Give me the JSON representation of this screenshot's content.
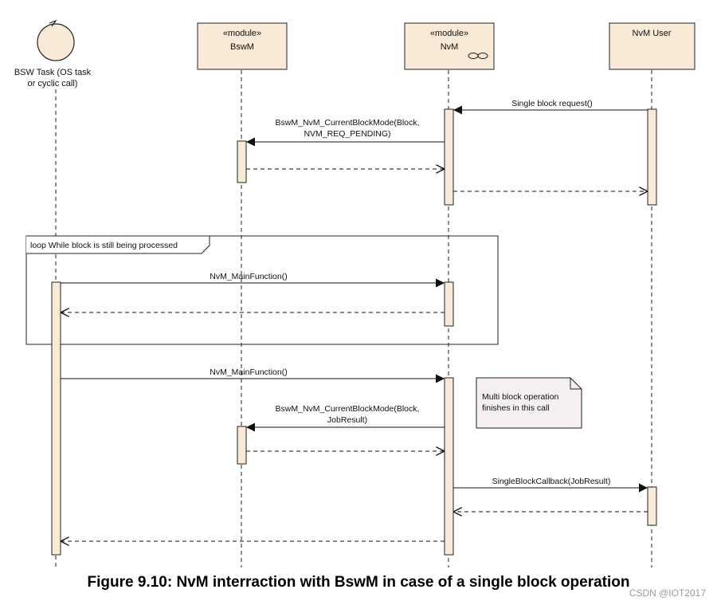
{
  "actors": {
    "bsw_task": {
      "line1": "BSW Task (OS task",
      "line2": "or cyclic call)"
    },
    "bswm": {
      "stereotype": "«module»",
      "name": "BswM"
    },
    "nvm": {
      "stereotype": "«module»",
      "name": "NvM"
    },
    "nvm_user": {
      "name": "NvM User"
    }
  },
  "messages": {
    "single_block_request": "Single block request()",
    "current_mode_pending_line1": "BswM_NvM_CurrentBlockMode(Block,",
    "current_mode_pending_line2": "NVM_REQ_PENDING)",
    "main_function_loop": "NvM_MainFunction()",
    "main_function_final": "NvM_MainFunction()",
    "current_mode_result_line1": "BswM_NvM_CurrentBlockMode(Block,",
    "current_mode_result_line2": "JobResult)",
    "single_block_callback": "SingleBlockCallback(JobResult)"
  },
  "loop_fragment": {
    "label": "loop While block is still being processed"
  },
  "note": {
    "line1": "Multi block operation",
    "line2": "finishes in this call"
  },
  "caption": "Figure 9.10: NvM interraction with BswM in case of a single block operation",
  "watermark": "CSDN @IOT2017",
  "colors": {
    "actor_fill": "#f8ead6",
    "activation_fill": "#f8ead6",
    "note_fill": "#f5eef2",
    "line": "#222222"
  }
}
